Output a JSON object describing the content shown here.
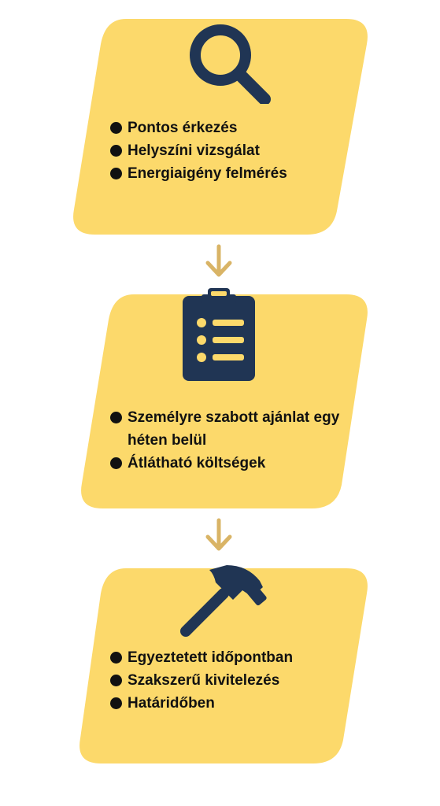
{
  "colors": {
    "card": "#FCD96B",
    "icon": "#203554",
    "arrow": "#D9B466",
    "text": "#111111"
  },
  "steps": [
    {
      "icon": "magnifier-icon",
      "items": [
        "Pontos érkezés",
        "Helyszíni vizsgálat",
        "Energiaigény felmérés"
      ]
    },
    {
      "icon": "clipboard-checklist-icon",
      "items": [
        "Személyre szabott ajánlat egy héten belül",
        "Átlátható költségek"
      ]
    },
    {
      "icon": "hammer-icon",
      "items": [
        "Egyeztetett időpontban",
        "Szakszerű kivitelezés",
        "Határidőben"
      ]
    }
  ],
  "connectors": [
    "arrow-down-icon",
    "arrow-down-icon"
  ]
}
